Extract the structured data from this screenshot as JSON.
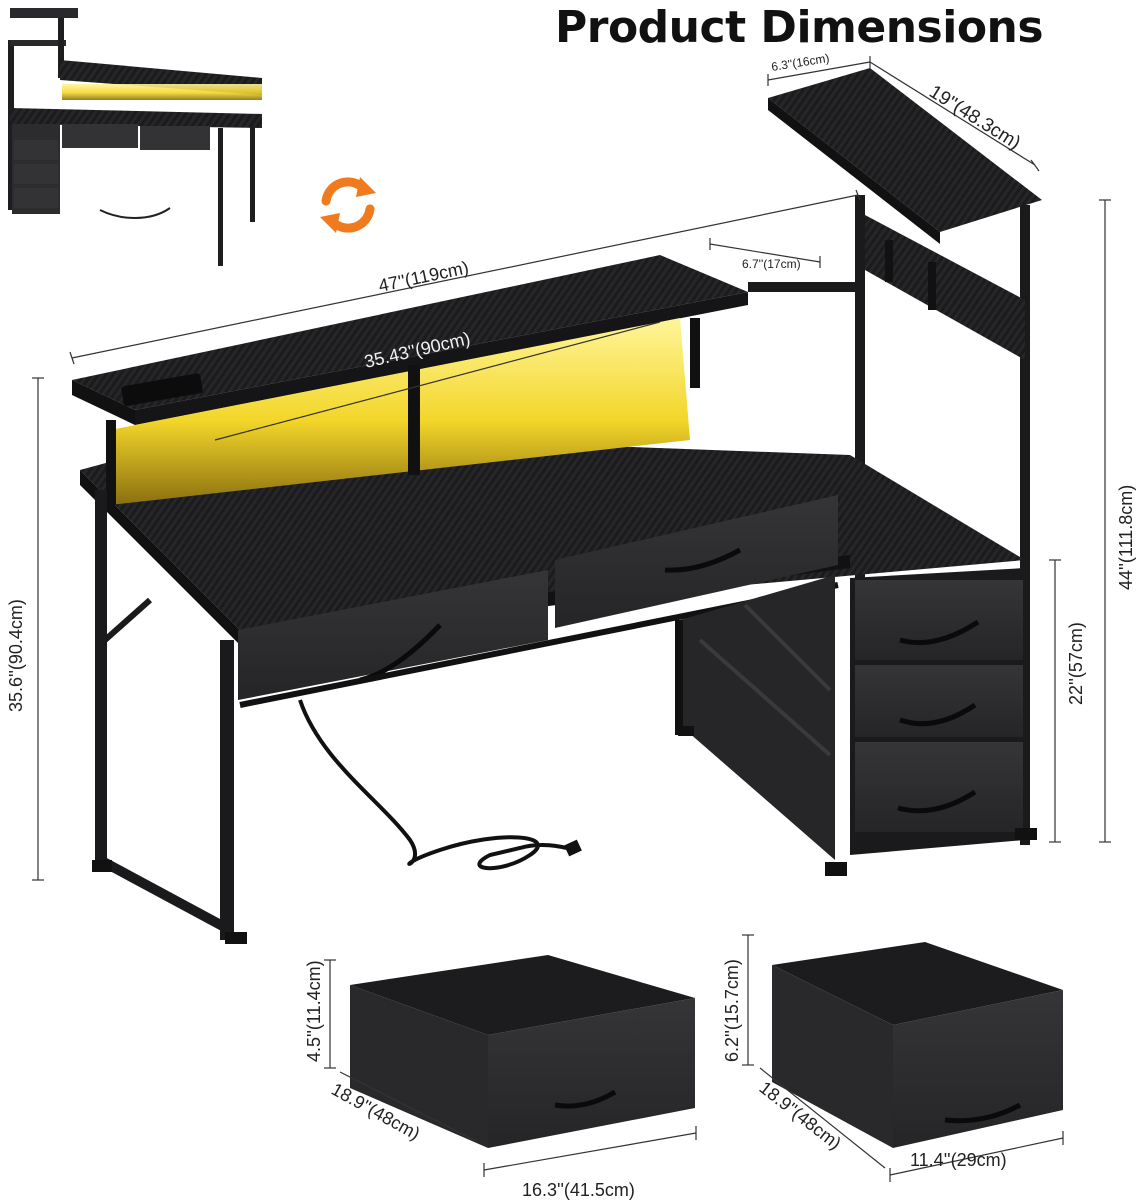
{
  "title": "Product Dimensions",
  "dimensions": {
    "shelf_depth": "6.3''(16cm)",
    "shelf_width": "19''(48.3cm)",
    "desk_width": "47''(119cm)",
    "riser_depth": "6.7''(17cm)",
    "riser_width": "35.43''(90cm)",
    "total_height": "44''(111.8cm)",
    "cabinet_height": "22''(57cm)",
    "desk_height": "35.6''(90.4cm)",
    "small_drawer_height": "4.5''(11.4cm)",
    "small_drawer_depth": "18.9''(48cm)",
    "small_drawer_width": "16.3''(41.5cm)",
    "large_drawer_height": "6.2''(15.7cm)",
    "large_drawer_depth": "18.9''(48cm)",
    "large_drawer_width": "11.4''(29cm)"
  },
  "icons": {
    "rotate": "rotate-arrows-icon"
  },
  "colors": {
    "desk": "#1e1e20",
    "led": "#f5e23a",
    "rotate_icon": "#f07a1e",
    "fabric": "#2c2c2e"
  }
}
